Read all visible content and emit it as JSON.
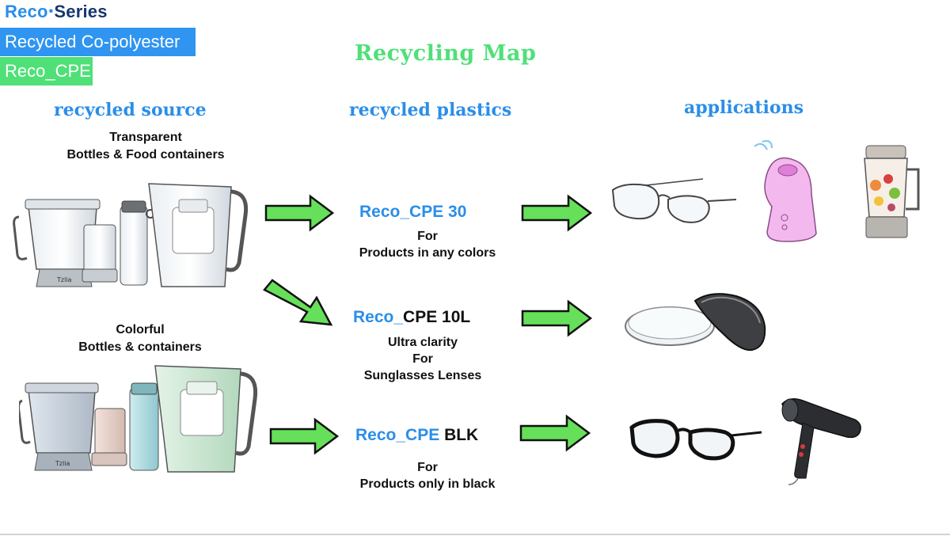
{
  "brand": {
    "reco": "Reco",
    "dot": "•",
    "series": "Series"
  },
  "tags": {
    "blue": "Recycled Co-polyester",
    "green": "Reco_CPE"
  },
  "title": "Recycling Map",
  "columns": {
    "source": "recycled source",
    "plastics": "recycled plastics",
    "applications": "applications"
  },
  "sources": [
    {
      "line1": "Transparent",
      "line2": "Bottles & Food containers"
    },
    {
      "line1": "Colorful",
      "line2": "Bottles & containers"
    }
  ],
  "products": [
    {
      "prefix": "Reco_",
      "suffix": "CPE 30",
      "desc": [
        "For",
        "Products in any colors"
      ]
    },
    {
      "prefix": "Reco_",
      "suffix": "CPE 10L",
      "desc": [
        "Ultra clarity",
        "For",
        "Sunglasses Lenses"
      ]
    },
    {
      "prefix": "Reco_",
      "suffix": "CPE",
      "suffix2": "BLK",
      "desc": [
        "For",
        "Products only in black"
      ]
    }
  ],
  "applications": {
    "row1": [
      "eyeglasses-icon",
      "facial-steamer-icon",
      "blender-icon"
    ],
    "row2": [
      "lens-case-icon"
    ],
    "row3": [
      "black-eyeglasses-icon",
      "hair-dryer-icon"
    ]
  },
  "colors": {
    "blue": "#2a8ee8",
    "green": "#4fe078",
    "arrow_fill": "#66e05a",
    "navy": "#17366e"
  }
}
